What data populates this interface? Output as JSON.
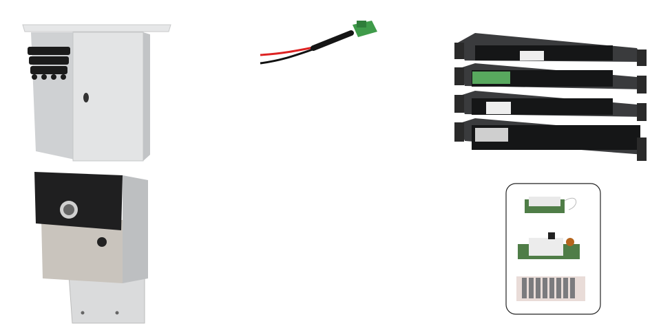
{
  "products": [
    {
      "id": "outdoor-enclosure"
    },
    {
      "id": "enclosure-with-mounting-plate"
    },
    {
      "id": "power-cable-with-terminal-connector"
    },
    {
      "id": "rackmount-units-stack",
      "units": 4
    },
    {
      "id": "board-modules-panel",
      "boards": 3
    }
  ],
  "colors": {
    "enclosure": "#dcdedf",
    "rack": "#2b2c2e",
    "terminal": "#3f9b4a",
    "panel_border": "#222222"
  }
}
